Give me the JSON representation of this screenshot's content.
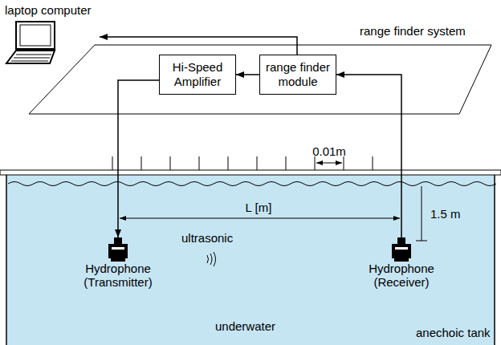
{
  "diagram": {
    "nodes": [
      {
        "text": [
          "laptop computer"
        ]
      },
      {
        "text": [
          "Hi-Speed Amplifier"
        ]
      },
      {
        "text": [
          "range finder module"
        ]
      },
      {
        "text": [
          "Hydrophone (Transmitter)"
        ]
      },
      {
        "text": [
          "Hydrophone (Receiver)"
        ]
      }
    ],
    "edges": [
      {
        "from": 2,
        "to": 0,
        "arrow": "to"
      },
      {
        "from": 2,
        "to": 1,
        "arrow": "to"
      },
      {
        "from": 1,
        "to": 3,
        "arrow": "to"
      },
      {
        "from": 4,
        "to": 2,
        "arrow": "to"
      }
    ],
    "labels": [
      "range finder system",
      "0.01m",
      "L [m]",
      "1.5 m",
      "ultrasonic",
      "underwater",
      "anechoic tank"
    ]
  }
}
